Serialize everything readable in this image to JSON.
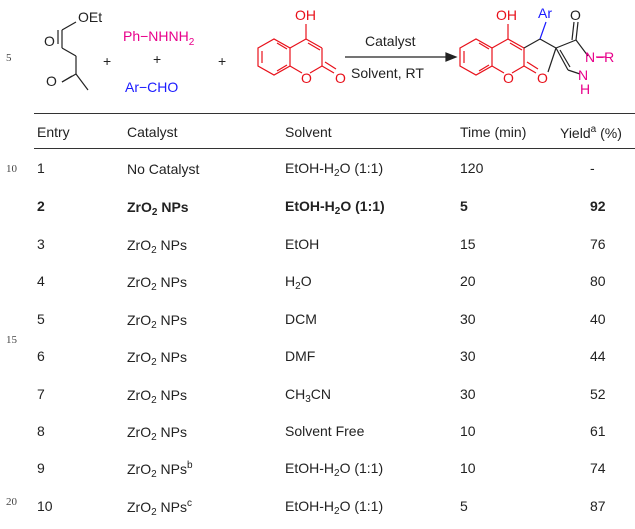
{
  "line_numbers": [
    "5",
    "10",
    "15",
    "20"
  ],
  "scheme": {
    "reactant1_label": "OEt",
    "reactant2_label": "Ph−NHNH",
    "reactant2_sub": "2",
    "reactant3_label": "Ar−CHO",
    "reactant4_label": "OH",
    "plus": "+",
    "arrow_top": "Catalyst",
    "arrow_bottom": "Solvent, RT",
    "product_oh": "OH",
    "product_ar": "Ar",
    "product_n1": "N",
    "product_r": "−R",
    "product_n2": "N",
    "product_h": "H",
    "o": "O"
  },
  "table": {
    "headers": {
      "entry": "Entry",
      "catalyst": "Catalyst",
      "solvent": "Solvent",
      "time": "Time (min)",
      "yield_pre": "Yield",
      "yield_sup": "a",
      "yield_post": " (%)"
    },
    "rows": [
      {
        "entry": "1",
        "cat": "No Catalyst",
        "cat_sub": "",
        "cat_post": "",
        "cat_sup": "",
        "sol_pre": "EtOH-H",
        "sol_sub": "2",
        "sol_post": "O (1:1)",
        "time": "120",
        "yield": "-",
        "bold": false
      },
      {
        "entry": "2",
        "cat": "ZrO",
        "cat_sub": "2",
        "cat_post": " NPs",
        "cat_sup": "",
        "sol_pre": "EtOH-H",
        "sol_sub": "2",
        "sol_post": "O (1:1)",
        "time": "5",
        "yield": "92",
        "bold": true
      },
      {
        "entry": "3",
        "cat": "ZrO",
        "cat_sub": "2",
        "cat_post": " NPs",
        "cat_sup": "",
        "sol_pre": "EtOH",
        "sol_sub": "",
        "sol_post": "",
        "time": "15",
        "yield": "76",
        "bold": false
      },
      {
        "entry": "4",
        "cat": "ZrO",
        "cat_sub": "2",
        "cat_post": " NPs",
        "cat_sup": "",
        "sol_pre": "H",
        "sol_sub": "2",
        "sol_post": "O",
        "time": "20",
        "yield": "80",
        "bold": false
      },
      {
        "entry": "5",
        "cat": "ZrO",
        "cat_sub": "2",
        "cat_post": " NPs",
        "cat_sup": "",
        "sol_pre": "DCM",
        "sol_sub": "",
        "sol_post": "",
        "time": "30",
        "yield": "40",
        "bold": false
      },
      {
        "entry": "6",
        "cat": "ZrO",
        "cat_sub": "2",
        "cat_post": " NPs",
        "cat_sup": "",
        "sol_pre": "DMF",
        "sol_sub": "",
        "sol_post": "",
        "time": "30",
        "yield": "44",
        "bold": false
      },
      {
        "entry": "7",
        "cat": "ZrO",
        "cat_sub": "2",
        "cat_post": " NPs",
        "cat_sup": "",
        "sol_pre": "CH",
        "sol_sub": "3",
        "sol_post": "CN",
        "time": "30",
        "yield": "52",
        "bold": false
      },
      {
        "entry": "8",
        "cat": "ZrO",
        "cat_sub": "2",
        "cat_post": " NPs",
        "cat_sup": "",
        "sol_pre": "Solvent Free",
        "sol_sub": "",
        "sol_post": "",
        "time": "10",
        "yield": "61",
        "bold": false
      },
      {
        "entry": "9",
        "cat": "ZrO",
        "cat_sub": "2",
        "cat_post": " NPs",
        "cat_sup": "b",
        "sol_pre": "EtOH-H",
        "sol_sub": "2",
        "sol_post": "O (1:1)",
        "time": "10",
        "yield": "74",
        "bold": false
      },
      {
        "entry": "10",
        "cat": "ZrO",
        "cat_sub": "2",
        "cat_post": " NPs",
        "cat_sup": "c",
        "sol_pre": "EtOH-H",
        "sol_sub": "2",
        "sol_post": "O (1:1)",
        "time": "5",
        "yield": "87",
        "bold": false
      }
    ]
  },
  "colors": {
    "magenta": "#e8008a",
    "red": "#e8101a",
    "blue": "#1a1aff",
    "black": "#222222"
  }
}
